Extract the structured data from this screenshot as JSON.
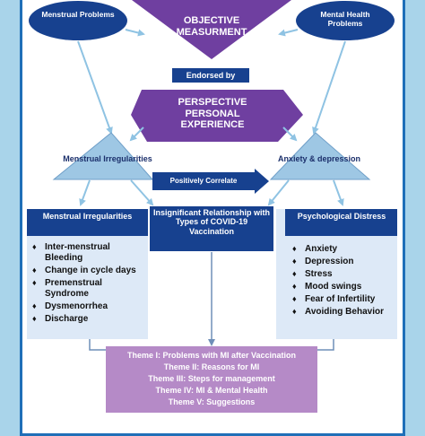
{
  "colors": {
    "background": "#a9d4ea",
    "frame_border": "#1f6fb8",
    "navy": "#17418f",
    "purple": "#6f3fa0",
    "light_blue": "#9ec7e4",
    "theme_box": "#b58ac7",
    "panel": "#dde9f7"
  },
  "top": {
    "left_ellipse": "Menstrual Problems",
    "right_ellipse": "Mental Health Problems",
    "objective": "OBJECTIVE MEASURMENT",
    "endorsed": "Endorsed by",
    "perspective": "PERSPECTIVE PERSONAL EXPERIENCE"
  },
  "middle": {
    "left_triangle": "Menstrual Irregularities",
    "right_triangle": "Anxiety & depression",
    "correlate": "Positively Correlate",
    "insignificant": "Insignificant Relationship with Types of COVID-19 Vaccination"
  },
  "left_panel": {
    "header": "Menstrual Irregularities",
    "items": [
      "Inter-menstrual Bleeding",
      "Change in cycle days",
      "Premenstrual Syndrome",
      "Dysmenorrhea",
      "Discharge"
    ]
  },
  "right_panel": {
    "header": "Psychological Distress",
    "items": [
      "Anxiety",
      "Depression",
      "Stress",
      "Mood swings",
      "Fear of Infertility",
      "Avoiding Behavior"
    ]
  },
  "themes": [
    "Theme I: Problems with MI after Vaccination",
    "Theme II: Reasons for MI",
    "Theme III: Steps for management",
    "Theme IV: MI & Mental Health",
    "Theme V: Suggestions"
  ]
}
